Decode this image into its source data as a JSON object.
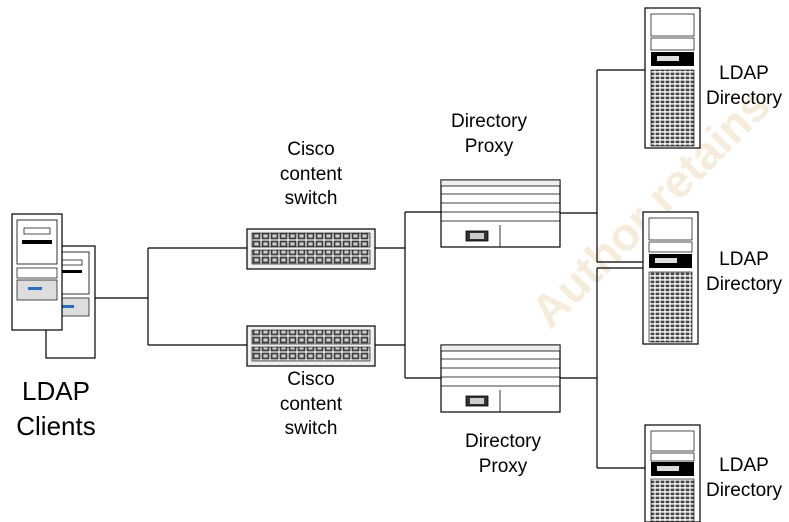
{
  "clients": {
    "label_line1": "LDAP",
    "label_line2": "Clients"
  },
  "switches": [
    {
      "label_line1": "Cisco",
      "label_line2": "content",
      "label_line3": "switch"
    },
    {
      "label_line1": "Cisco",
      "label_line2": "content",
      "label_line3": "switch"
    }
  ],
  "proxies": [
    {
      "label_line1": "Directory",
      "label_line2": "Proxy"
    },
    {
      "label_line1": "Directory",
      "label_line2": "Proxy"
    }
  ],
  "directories": [
    {
      "label_line1": "LDAP",
      "label_line2": "Directory"
    },
    {
      "label_line1": "LDAP",
      "label_line2": "Directory"
    },
    {
      "label_line1": "LDAP",
      "label_line2": "Directory"
    }
  ],
  "watermark": {
    "text": "Author retains"
  },
  "colors": {
    "line": "#000000",
    "device_fill": "#ffffff",
    "accent": "#2a6ec0",
    "watermark": "#f6ecdc"
  }
}
